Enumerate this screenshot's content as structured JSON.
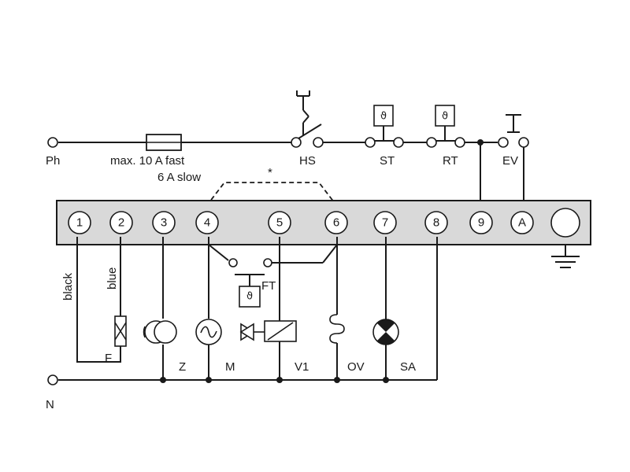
{
  "supply": {
    "phase": "Ph",
    "neutral": "N"
  },
  "fuse": {
    "line1": "max. 10 A fast",
    "line2": "6 A slow"
  },
  "switches": {
    "hs": "HS",
    "st": "ST",
    "rt": "RT",
    "ev": "EV",
    "ft": "FT"
  },
  "dashed_mark": "*",
  "terminals": [
    "1",
    "2",
    "3",
    "4",
    "5",
    "6",
    "7",
    "8",
    "9",
    "A"
  ],
  "wires": {
    "black": "black",
    "blue": "blue"
  },
  "loads": {
    "f": "F",
    "z": "Z",
    "m": "M",
    "v1": "V1",
    "ov": "OV",
    "sa": "SA"
  },
  "icons": {
    "thermostat": "ϑ"
  }
}
